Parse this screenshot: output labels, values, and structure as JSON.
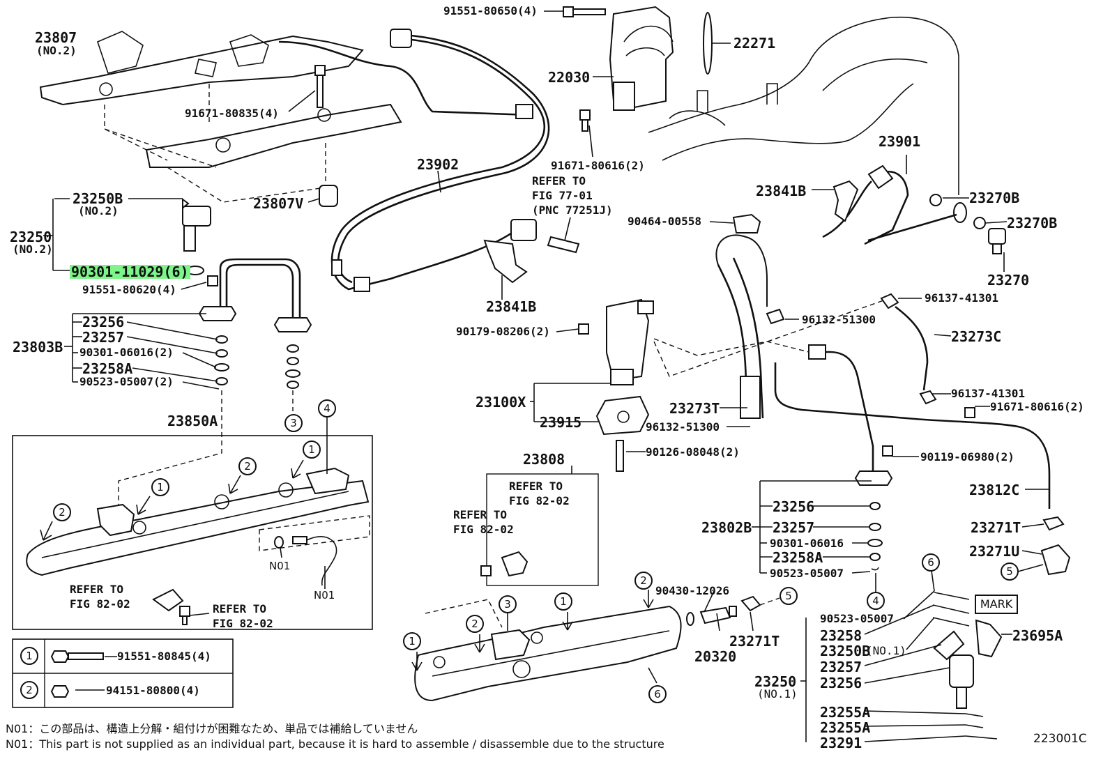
{
  "labels": {
    "p23807": "23807",
    "p23807_no2": "(NO.2)",
    "p23250b_top": "23250B",
    "p23250b_no2": "(NO.2)",
    "p23250": "23250",
    "p23250_no2": "(NO.2)",
    "p90301_11029": "90301-11029(6)",
    "p91551_80620": "91551-80620(4)",
    "p91671_80835": "91671-80835(4)",
    "p23807v": "23807V",
    "p91551_80650": "91551-80650(4)",
    "p22271": "22271",
    "p22030": "22030",
    "p23902": "23902",
    "p91671_80616_top": "91671-80616(2)",
    "refer_77_a": "REFER TO",
    "refer_77_b": "FIG 77-01",
    "refer_77_c": "(PNC 77251J)",
    "p23841b_left": "23841B",
    "p23901": "23901",
    "p23841b_right": "23841B",
    "p23270b_1": "23270B",
    "p23270b_2": "23270B",
    "p23270": "23270",
    "p90464": "90464-00558",
    "p96137_41301_top": "96137-41301",
    "p96132_51300_top": "96132-51300",
    "p23273c": "23273C",
    "p90179": "90179-08206(2)",
    "p23256_l": "23256",
    "p23257_l": "23257",
    "p23803b": "23803B",
    "p90301_06016_l": "90301-06016(2)",
    "p23258a_l": "23258A",
    "p90523_05007_l": "90523-05007(2)",
    "p23850a": "23850A",
    "p23100x": "23100X",
    "p23915": "23915",
    "p23273t": "23273T",
    "p96132_51300_bot": "96132-51300",
    "p96137_41301_bot": "96137-41301",
    "p91671_80616_right": "91671-80616(2)",
    "p90126": "90126-08048(2)",
    "p90119": "90119-06980(2)",
    "p23808": "23808",
    "refer_82_a1": "REFER TO",
    "refer_82_a2": "FIG 82-02",
    "refer_82_b1": "REFER TO",
    "refer_82_b2": "FIG 82-02",
    "p23812c": "23812C",
    "p23256_r": "23256",
    "p23802b": "23802B",
    "p23257_r": "23257",
    "p90301_06016_r": "90301-06016",
    "p23258a_r": "23258A",
    "p90523_05007_r": "90523-05007",
    "p23271t_r": "23271T",
    "p23271u": "23271U",
    "n01_a": "N01",
    "n01_b": "N01",
    "refer_82_c1": "REFER TO",
    "refer_82_c2": "FIG 82-02",
    "refer_82_d1": "REFER TO",
    "refer_82_d2": "FIG 82-02",
    "p90430": "90430-12026",
    "p20320": "20320",
    "p23271t_b": "23271T",
    "p90523_05007_b": "90523-05007",
    "p23258_b": "23258",
    "p23250b_b": "23250B",
    "p23250b_b_no1": "(NO.1)",
    "p23257_b": "23257",
    "p23256_b": "23256",
    "p23250_b": "23250",
    "p23250_b_no1": "(NO.1)",
    "p23255a_1": "23255A",
    "p23255a_2": "23255A",
    "p23291": "23291",
    "p23695a": "23695A",
    "mark": "MARK",
    "legend_1_part": "91551-80845(4)",
    "legend_2_part": "94151-80800(4)"
  },
  "callouts": {
    "one": "1",
    "two": "2",
    "three": "3",
    "four": "4",
    "five": "5",
    "six": "6"
  },
  "notes": {
    "jp": "N01：この部品は、構造上分解・組付けが困難なため、単品では補給していません",
    "en": "N01：This part is not supplied as an individual part, because it is hard to assemble / disassemble due to the structure"
  },
  "diagram_code": "223001C",
  "highlight_color": "#7ef58a"
}
